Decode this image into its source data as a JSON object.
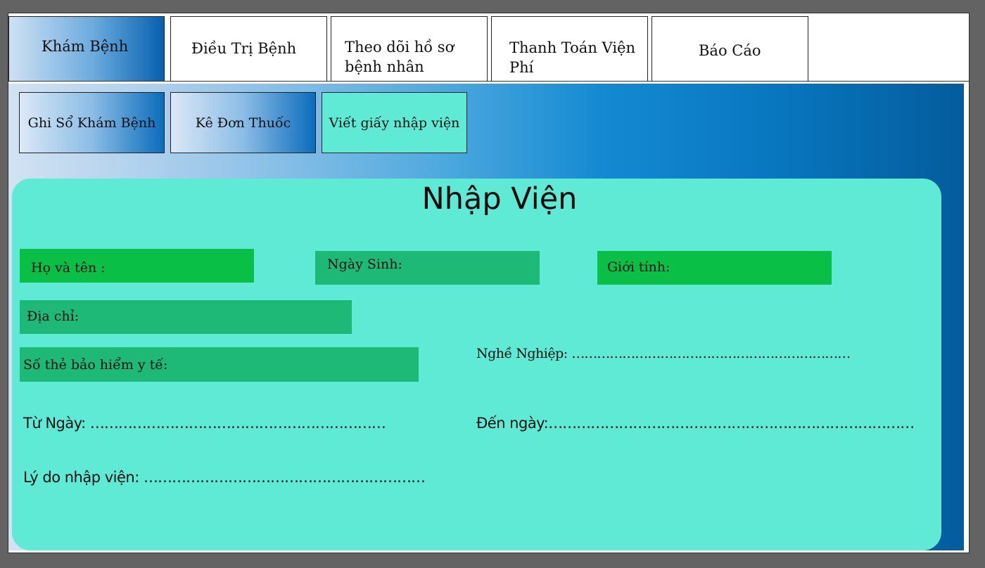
{
  "top_tabs": [
    {
      "label": "Khám Bệnh"
    },
    {
      "label": "Điều Trị Bệnh"
    },
    {
      "label": "Theo dõi hồ sơ bệnh nhân"
    },
    {
      "label": "Thanh Toán Viện Phí"
    },
    {
      "label": "Báo Cáo"
    }
  ],
  "sub_tabs": [
    {
      "label": "Ghi Sổ Khám Bệnh"
    },
    {
      "label": "Kê Đơn Thuốc"
    },
    {
      "label": "Viết giấy nhập viện"
    }
  ],
  "form": {
    "title": "Nhập Viện",
    "full_name_label": "Họ và tên :",
    "dob_label": "Ngày Sinh:",
    "gender_label": "Giới tính:",
    "address_label": "Địa chỉ:",
    "insurance_label": "Số thẻ bảo hiểm y tế:",
    "occupation_label": "Nghề Nghiệp: ",
    "occupation_dots": "…………………………………………………………",
    "from_date_label": "Từ Ngày: ",
    "from_date_dots": "………………………………………………………",
    "to_date_label": "Đến ngày:",
    "to_date_dots": "……………………………………………………………………",
    "reason_label": "Lý do nhập viện: ",
    "reason_dots": "……………………………………………………"
  },
  "colors": {
    "panel": "#5eead4",
    "field_bright": "#0abf46",
    "field_muted": "#1eb976"
  }
}
